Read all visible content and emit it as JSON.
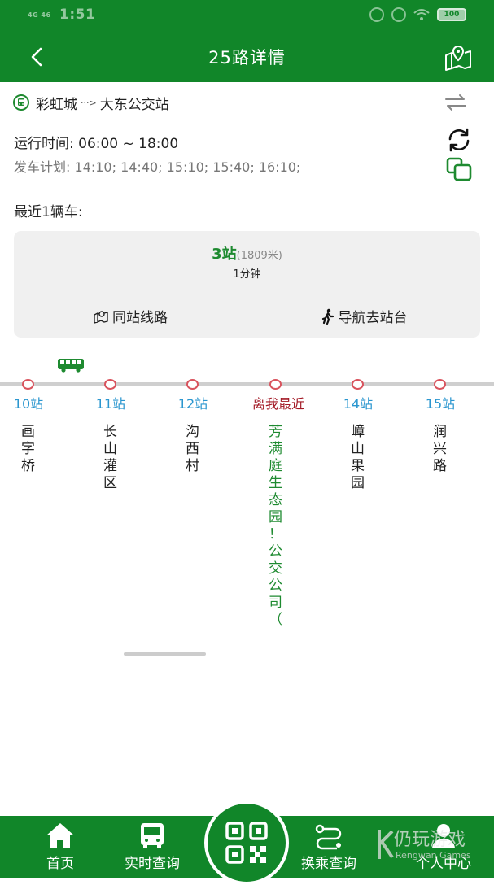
{
  "status_bar": {
    "time": "1:51",
    "network": "4G 46",
    "battery": "100"
  },
  "header": {
    "title": "25路详情"
  },
  "route": {
    "from": "彩虹城",
    "to": "大东公交站"
  },
  "schedule": {
    "operating_time": "运行时间: 06:00 ~ 18:00",
    "departure_plan": "发车计划: 14:10; 14:40; 15:10; 15:40; 16:10;"
  },
  "nearest_bus": {
    "label": "最近1辆车:",
    "stops": "3站",
    "distance": "(1809米)",
    "minutes": "1分钟",
    "same_station_lines": "同站线路",
    "navigate": "导航去站台"
  },
  "stations": [
    {
      "stop": "10站",
      "name": "画字桥"
    },
    {
      "stop": "11站",
      "name": "长山灌区"
    },
    {
      "stop": "12站",
      "name": "沟西村"
    },
    {
      "stop": "离我最近",
      "name": "芳满庭生态园！公交公司（"
    },
    {
      "stop": "14站",
      "name": "嶂山果园"
    },
    {
      "stop": "15站",
      "name": "润兴路"
    }
  ],
  "bottom_nav": {
    "home": "首页",
    "realtime": "实时查询",
    "transfer": "换乘查询",
    "profile": "个人中心"
  },
  "watermark": {
    "title": "仍玩游戏",
    "subtitle": "Rengwan Games"
  },
  "colors": {
    "primary": "#118629",
    "stop_blue": "#2a96cf",
    "near_red": "#a31a26"
  }
}
